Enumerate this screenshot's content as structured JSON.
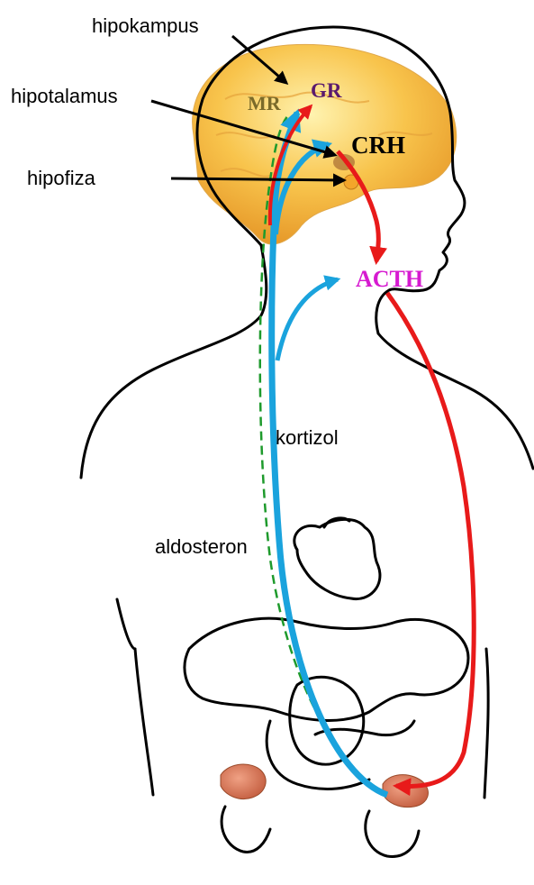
{
  "labels": {
    "hipokampus": "hipokampus",
    "hipotalamus": "hipotalamus",
    "hipofiza": "hipofiza",
    "mr": "MR",
    "gr": "GR",
    "crh": "CRH",
    "acth": "ACTH",
    "kortizol": "kortizol",
    "aldosteron": "aldosteron"
  },
  "colors": {
    "cortisol_arrow": "#1aa3dd",
    "acth_arrow": "#e81a1a",
    "aldosterone_arrow": "#1e9a2c",
    "acth_text": "#d61ad0",
    "gr_text": "#5a1a6e",
    "mr_text": "#7a6a2a",
    "brain": "#f4b740",
    "adrenal": "#d9785a",
    "outline": "#000000"
  }
}
